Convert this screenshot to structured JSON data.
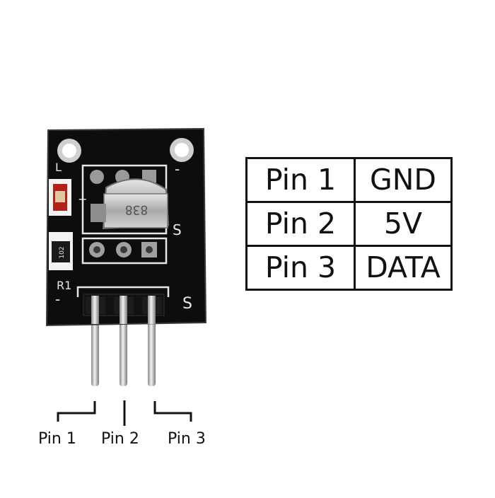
{
  "pin_table": {
    "rows": [
      {
        "pin": "Pin 1",
        "signal": "GND"
      },
      {
        "pin": "Pin 2",
        "signal": "5V"
      },
      {
        "pin": "Pin 3",
        "signal": "DATA"
      }
    ]
  },
  "pin_captions": [
    "Pin 1",
    "Pin 2",
    "Pin 3"
  ],
  "board": {
    "silkscreen": {
      "led_label": "L",
      "minus_top": "-",
      "plus": "+",
      "signal_mid": "S",
      "resistor_label": "R1",
      "resistor_code": "102",
      "minus_bottom": "-",
      "signal_bottom": "S",
      "sensor_marking": "838"
    },
    "colors": {
      "pcb": "#0d0d0d",
      "pcb_edge": "#2a2a2a",
      "silkscreen": "#e8e8e8",
      "pin_metal": "#c9c9c9",
      "sensor_metal": "#b8b8b8",
      "led_red": "#b32018"
    }
  }
}
